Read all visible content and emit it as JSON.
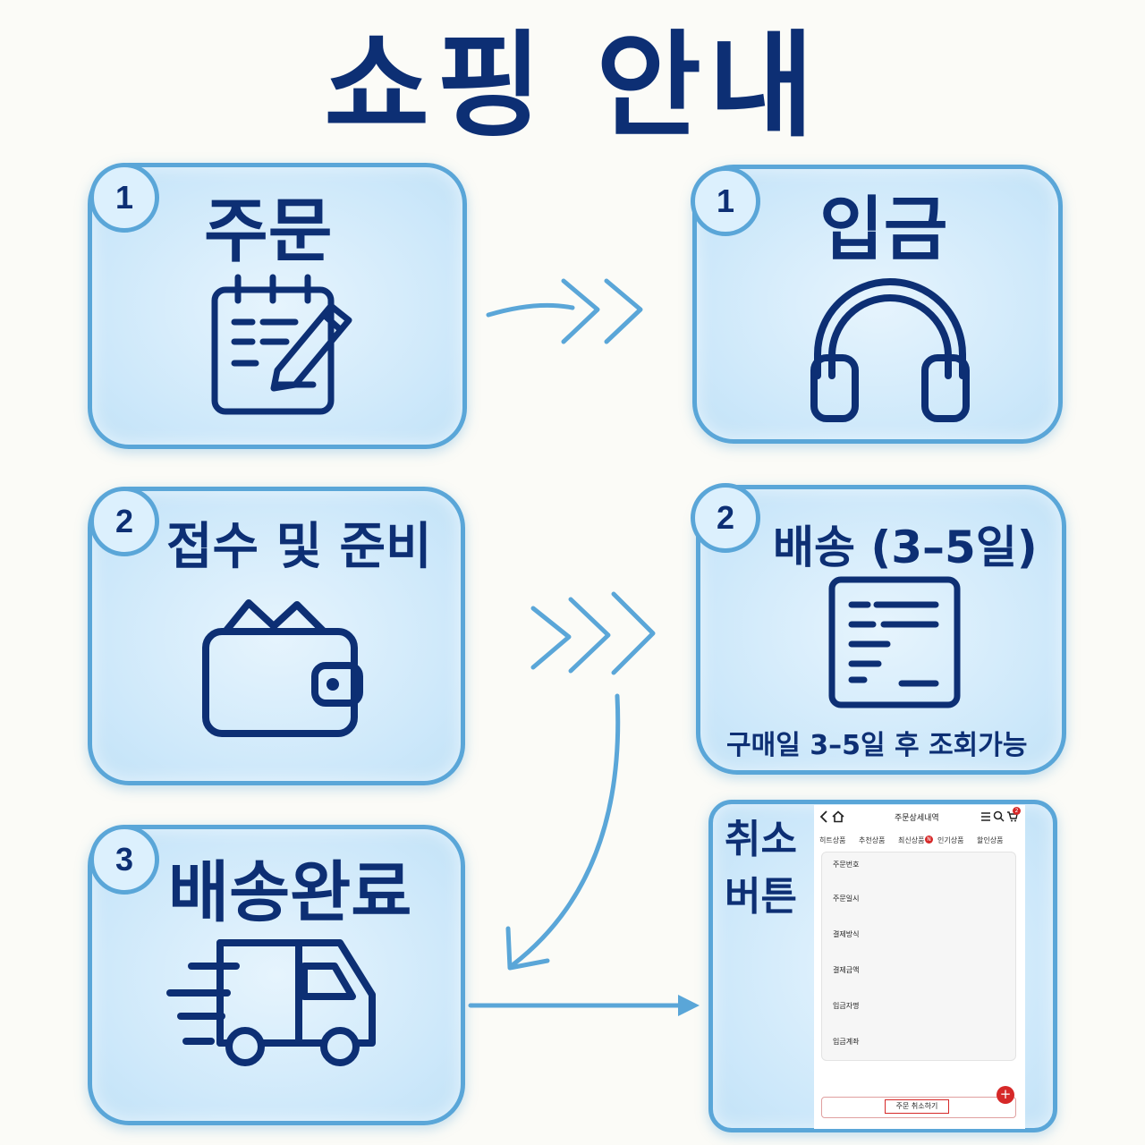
{
  "title": "쇼핑 안내",
  "cards": {
    "order": {
      "badge": "1",
      "label": "주문"
    },
    "deposit": {
      "badge": "1",
      "label": "입금"
    },
    "receipt": {
      "badge": "2",
      "label": "접수 및 준비"
    },
    "shipping": {
      "badge": "2",
      "label": "배송 (3–5일)",
      "note": "구매일 3–5일 후 조회가능"
    },
    "delivered": {
      "badge": "3",
      "label": "배송완료"
    },
    "cancel": {
      "label_line1": "취소",
      "label_line2": "버튼"
    }
  },
  "icons": {
    "order": "notepad-pencil-icon",
    "deposit": "headphones-icon",
    "receipt": "wallet-icon",
    "shipping": "document-lines-icon",
    "delivered": "delivery-truck-icon"
  },
  "phone": {
    "title": "주문상세내역",
    "cart_count": "2",
    "tabs": [
      "히트상품",
      "추천상품",
      "최신상품",
      "인기상품",
      "할인상품"
    ],
    "new_badge": "N",
    "rows": [
      "주문번호",
      "주문일시",
      "결제방식",
      "결제금액",
      "입금자명",
      "입금계좌"
    ],
    "cancel_button": "주문 취소하기",
    "fab": "+"
  },
  "colors": {
    "navy": "#0d2f74",
    "card_border": "#5aa6d8",
    "card_fill": "#cde8fa",
    "arrow": "#5aa6d8",
    "accent_red": "#d62828"
  }
}
